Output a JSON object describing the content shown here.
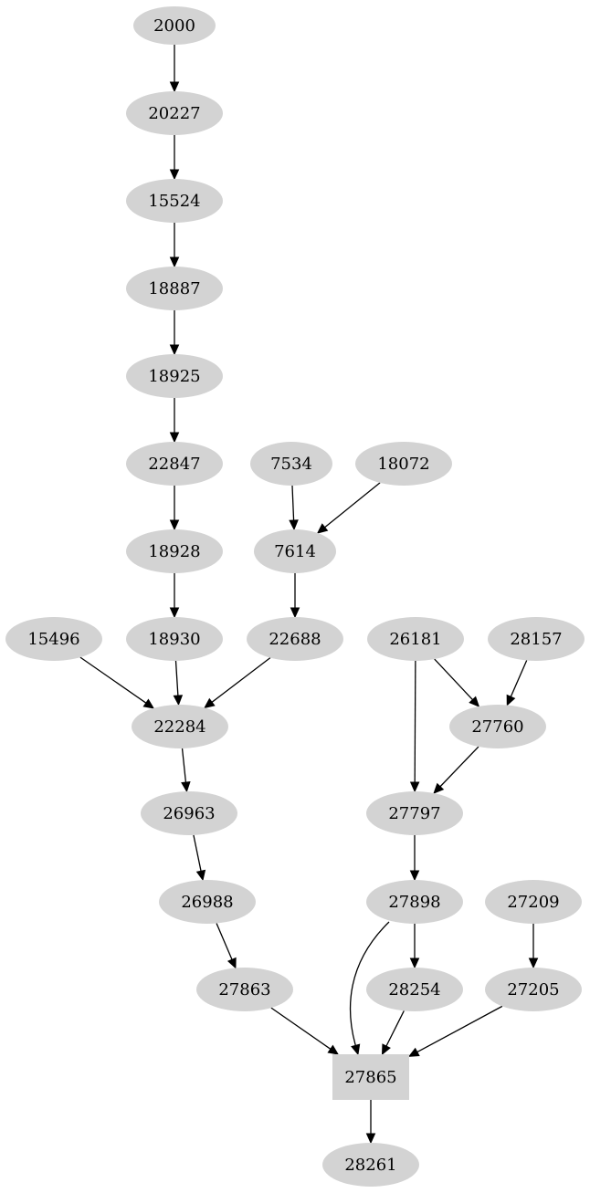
{
  "graph": {
    "nodes": [
      {
        "id": "n2000",
        "label": "2000",
        "shape": "ellipse"
      },
      {
        "id": "n20227",
        "label": "20227",
        "shape": "ellipse"
      },
      {
        "id": "n15524",
        "label": "15524",
        "shape": "ellipse"
      },
      {
        "id": "n18887",
        "label": "18887",
        "shape": "ellipse"
      },
      {
        "id": "n18925",
        "label": "18925",
        "shape": "ellipse"
      },
      {
        "id": "n22847",
        "label": "22847",
        "shape": "ellipse"
      },
      {
        "id": "n7534",
        "label": "7534",
        "shape": "ellipse"
      },
      {
        "id": "n18072",
        "label": "18072",
        "shape": "ellipse"
      },
      {
        "id": "n18928",
        "label": "18928",
        "shape": "ellipse"
      },
      {
        "id": "n7614",
        "label": "7614",
        "shape": "ellipse"
      },
      {
        "id": "n15496",
        "label": "15496",
        "shape": "ellipse"
      },
      {
        "id": "n18930",
        "label": "18930",
        "shape": "ellipse"
      },
      {
        "id": "n22688",
        "label": "22688",
        "shape": "ellipse"
      },
      {
        "id": "n26181",
        "label": "26181",
        "shape": "ellipse"
      },
      {
        "id": "n28157",
        "label": "28157",
        "shape": "ellipse"
      },
      {
        "id": "n22284",
        "label": "22284",
        "shape": "ellipse"
      },
      {
        "id": "n27760",
        "label": "27760",
        "shape": "ellipse"
      },
      {
        "id": "n26963",
        "label": "26963",
        "shape": "ellipse"
      },
      {
        "id": "n27797",
        "label": "27797",
        "shape": "ellipse"
      },
      {
        "id": "n26988",
        "label": "26988",
        "shape": "ellipse"
      },
      {
        "id": "n27898",
        "label": "27898",
        "shape": "ellipse"
      },
      {
        "id": "n27209",
        "label": "27209",
        "shape": "ellipse"
      },
      {
        "id": "n27863",
        "label": "27863",
        "shape": "ellipse"
      },
      {
        "id": "n28254",
        "label": "28254",
        "shape": "ellipse"
      },
      {
        "id": "n27205",
        "label": "27205",
        "shape": "ellipse"
      },
      {
        "id": "n27865",
        "label": "27865",
        "shape": "box"
      },
      {
        "id": "n28261",
        "label": "28261",
        "shape": "ellipse"
      }
    ],
    "edges": [
      {
        "from": "n2000",
        "to": "n20227"
      },
      {
        "from": "n20227",
        "to": "n15524"
      },
      {
        "from": "n15524",
        "to": "n18887"
      },
      {
        "from": "n18887",
        "to": "n18925"
      },
      {
        "from": "n18925",
        "to": "n22847"
      },
      {
        "from": "n22847",
        "to": "n18928"
      },
      {
        "from": "n18928",
        "to": "n18930"
      },
      {
        "from": "n7534",
        "to": "n7614"
      },
      {
        "from": "n18072",
        "to": "n7614"
      },
      {
        "from": "n7614",
        "to": "n22688"
      },
      {
        "from": "n15496",
        "to": "n22284"
      },
      {
        "from": "n18930",
        "to": "n22284"
      },
      {
        "from": "n22688",
        "to": "n22284"
      },
      {
        "from": "n22284",
        "to": "n26963"
      },
      {
        "from": "n26963",
        "to": "n26988"
      },
      {
        "from": "n26988",
        "to": "n27863"
      },
      {
        "from": "n26181",
        "to": "n27760"
      },
      {
        "from": "n28157",
        "to": "n27760"
      },
      {
        "from": "n26181",
        "to": "n27797"
      },
      {
        "from": "n27760",
        "to": "n27797"
      },
      {
        "from": "n27797",
        "to": "n27898"
      },
      {
        "from": "n27898",
        "to": "n28254"
      },
      {
        "from": "n27898",
        "to": "n27865"
      },
      {
        "from": "n27209",
        "to": "n27205"
      },
      {
        "from": "n27863",
        "to": "n27865"
      },
      {
        "from": "n28254",
        "to": "n27865"
      },
      {
        "from": "n27205",
        "to": "n27865"
      },
      {
        "from": "n27865",
        "to": "n28261"
      }
    ]
  },
  "colors": {
    "node_fill": "#d3d3d3",
    "edge": "#000000",
    "label": "#000000",
    "background": "#ffffff"
  }
}
